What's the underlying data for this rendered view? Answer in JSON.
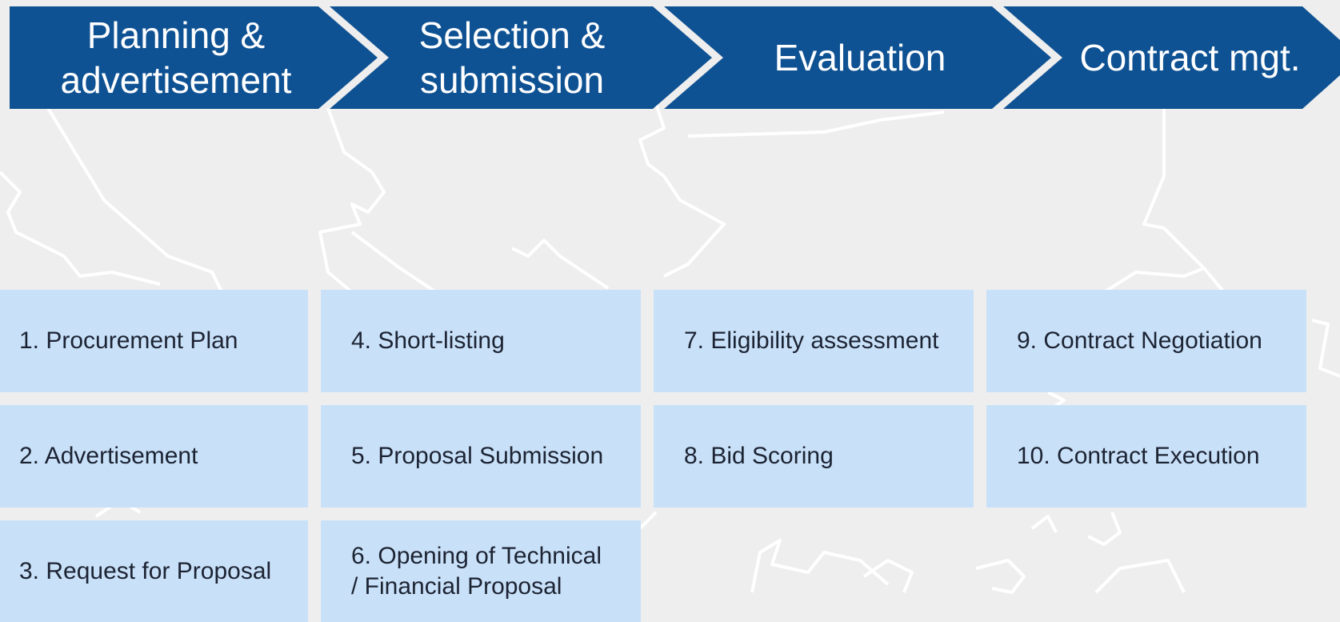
{
  "colors": {
    "background": "#eeeeee",
    "chevron_fill": "#0f5293",
    "chevron_text": "#ffffff",
    "box_fill": "#c9e1f8",
    "box_text": "#1c2333",
    "map_lines": "#ffffff"
  },
  "phases": [
    {
      "label": "Planning &\nadvertisement"
    },
    {
      "label": "Selection &\nsubmission"
    },
    {
      "label": "Evaluation"
    },
    {
      "label": "Contract mgt."
    }
  ],
  "steps": {
    "planning": [
      "1. Procurement Plan",
      "2. Advertisement",
      "3. Request for Proposal"
    ],
    "selection": [
      "4. Short-listing",
      "5. Proposal Submission",
      "6. Opening of Technical\n    / Financial Proposal"
    ],
    "evaluation": [
      "7. Eligibility assessment",
      "8. Bid Scoring"
    ],
    "contract": [
      "9. Contract Negotiation",
      "10. Contract Execution"
    ]
  }
}
